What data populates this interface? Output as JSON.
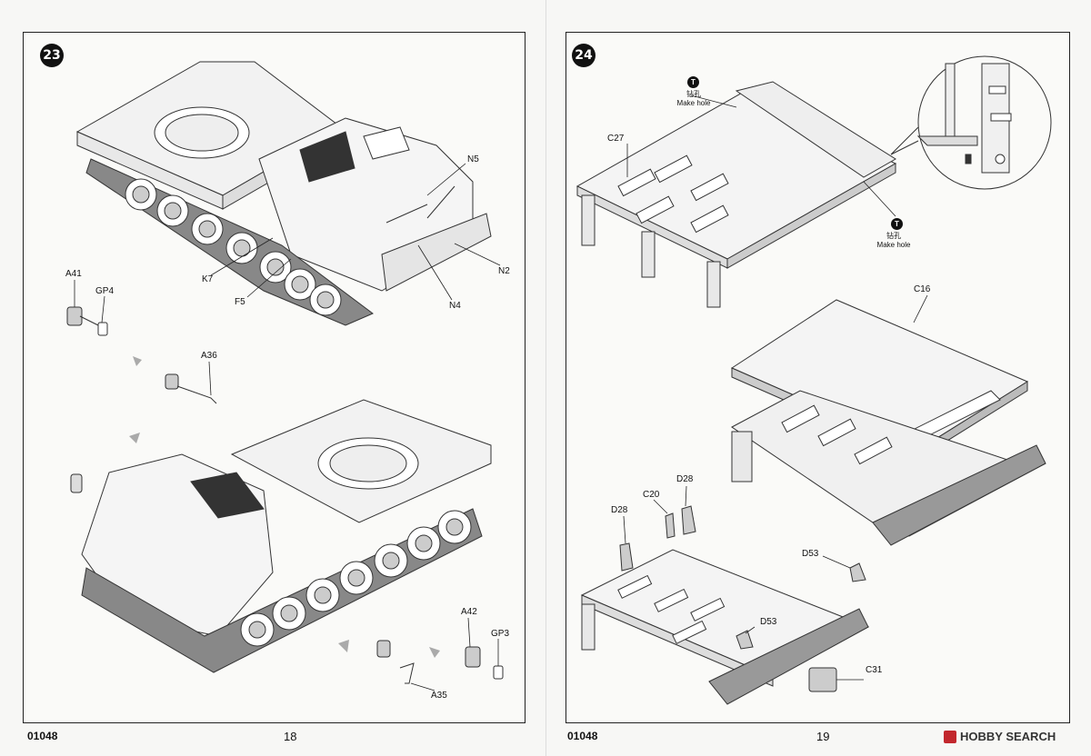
{
  "left_page": {
    "step_number": "23",
    "catalog_number": "01048",
    "page_number": "18",
    "part_labels": {
      "n5": "N5",
      "n2": "N2",
      "n4": "N4",
      "k7": "K7",
      "f5": "F5",
      "a41": "A41",
      "gp4": "GP4",
      "a36": "A36",
      "a42": "A42",
      "gp3": "GP3",
      "a35": "A35"
    }
  },
  "right_page": {
    "step_number": "24",
    "catalog_number": "01048",
    "page_number": "19",
    "drill_mark_top": {
      "symbol": "T",
      "chinese": "钻孔",
      "english": "Make hole"
    },
    "drill_mark_bottom": {
      "symbol": "T",
      "chinese": "钻孔",
      "english": "Make hole"
    },
    "part_labels": {
      "c27": "C27",
      "c16": "C16",
      "d28a": "D28",
      "c20": "C20",
      "d28b": "D28",
      "d53a": "D53",
      "d53b": "D53",
      "c31": "C31"
    }
  },
  "watermark": {
    "text": "HOBBY SEARCH",
    "color": "#c2272d"
  }
}
